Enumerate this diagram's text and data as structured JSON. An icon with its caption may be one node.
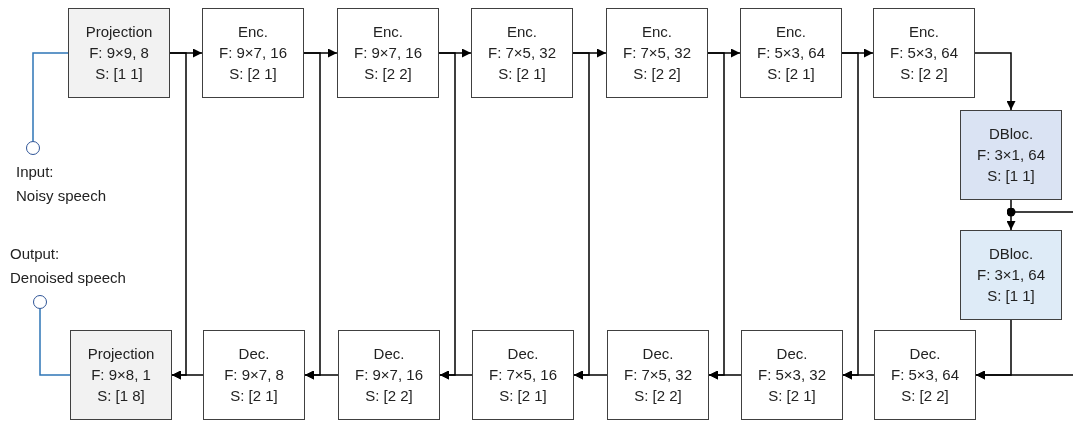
{
  "diagram": {
    "nodes": [
      {
        "text": [
          "Projection",
          "F: 9×9, 8",
          "S: [1 1]"
        ]
      },
      {
        "text": [
          "Enc.",
          "F: 9×7, 16",
          "S: [2 1]"
        ]
      },
      {
        "text": [
          "Enc.",
          "F: 9×7, 16",
          "S: [2 2]"
        ]
      },
      {
        "text": [
          "Enc.",
          "F: 7×5, 32",
          "S: [2 1]"
        ]
      },
      {
        "text": [
          "Enc.",
          "F: 7×5, 32",
          "S: [2 2]"
        ]
      },
      {
        "text": [
          "Enc.",
          "F: 5×3, 64",
          "S: [2 1]"
        ]
      },
      {
        "text": [
          "Enc.",
          "F: 5×3, 64",
          "S: [2 2]"
        ]
      },
      {
        "text": [
          "DBloc.",
          "F: 3×1, 64",
          "S: [1 1]"
        ]
      },
      {
        "text": [
          "DBloc.",
          "F: 3×1, 64",
          "S: [1 1]"
        ]
      },
      {
        "text": [
          "Projection",
          "F: 9×8, 1",
          "S: [1 8]"
        ]
      },
      {
        "text": [
          "Dec.",
          "F: 9×7, 8",
          "S: [2 1]"
        ]
      },
      {
        "text": [
          "Dec.",
          "F: 9×7, 16",
          "S: [2 2]"
        ]
      },
      {
        "text": [
          "Dec.",
          "F: 7×5, 16",
          "S: [2 1]"
        ]
      },
      {
        "text": [
          "Dec.",
          "F: 7×5, 32",
          "S: [2 2]"
        ]
      },
      {
        "text": [
          "Dec.",
          "F: 5×3, 32",
          "S: [2 1]"
        ]
      },
      {
        "text": [
          "Dec.",
          "F: 5×3, 64",
          "S: [2 2]"
        ]
      },
      {
        "text": [],
        "shape": "circle",
        "beside": [
          "Input:",
          "Noisy speech"
        ]
      },
      {
        "text": [],
        "shape": "circle",
        "beside": [
          "Output:",
          "Denoised speech"
        ]
      }
    ],
    "edges": [
      {
        "from": 16,
        "to": 0,
        "arrow": "none",
        "color": "#2e75b6"
      },
      {
        "from": 0,
        "to": 1,
        "arrow": "to"
      },
      {
        "from": 1,
        "to": 2,
        "arrow": "to"
      },
      {
        "from": 2,
        "to": 3,
        "arrow": "to"
      },
      {
        "from": 3,
        "to": 4,
        "arrow": "to"
      },
      {
        "from": 4,
        "to": 5,
        "arrow": "to"
      },
      {
        "from": 5,
        "to": 6,
        "arrow": "to"
      },
      {
        "from": 6,
        "to": 7,
        "arrow": "to"
      },
      {
        "from": 7,
        "to": 8,
        "arrow": "to"
      },
      {
        "from": 7,
        "to": null,
        "arrow": "other"
      },
      {
        "from": null,
        "to": 15,
        "arrow": "to"
      },
      {
        "from": 8,
        "to": 15,
        "arrow": "to"
      },
      {
        "from": 15,
        "to": 14,
        "arrow": "to"
      },
      {
        "from": 14,
        "to": 13,
        "arrow": "to"
      },
      {
        "from": 13,
        "to": 12,
        "arrow": "to"
      },
      {
        "from": 12,
        "to": 11,
        "arrow": "to"
      },
      {
        "from": 11,
        "to": 10,
        "arrow": "to"
      },
      {
        "from": 10,
        "to": 9,
        "arrow": "to"
      },
      {
        "from": 0,
        "to": 9,
        "arrow": "to"
      },
      {
        "from": 1,
        "to": 10,
        "arrow": "to"
      },
      {
        "from": 2,
        "to": 11,
        "arrow": "to"
      },
      {
        "from": 3,
        "to": 12,
        "arrow": "to"
      },
      {
        "from": 4,
        "to": 13,
        "arrow": "to"
      },
      {
        "from": 5,
        "to": 14,
        "arrow": "to"
      },
      {
        "from": 9,
        "to": 17,
        "arrow": "none",
        "color": "#2e75b6"
      }
    ]
  }
}
